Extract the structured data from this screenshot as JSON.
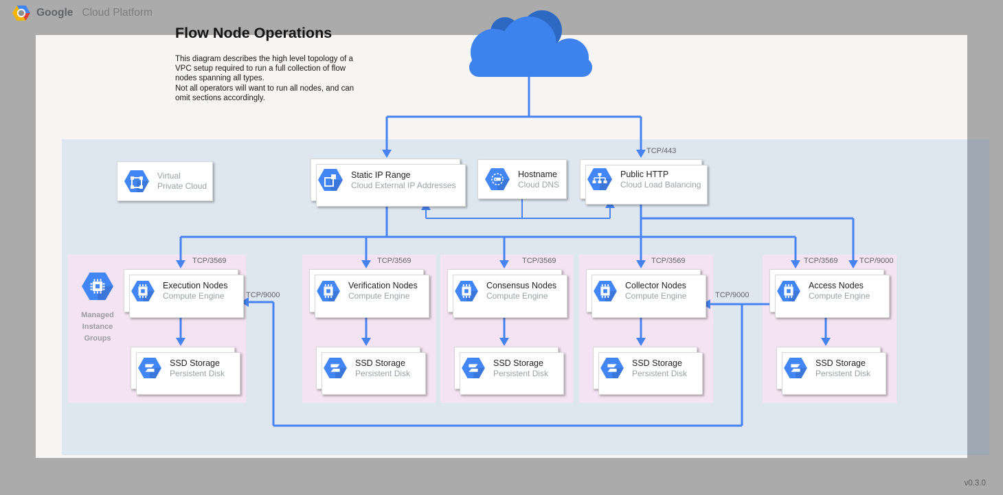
{
  "header": {
    "brand_bold": "Google",
    "brand_rest": "Cloud Platform"
  },
  "title": "Flow Node Operations",
  "description": "This diagram describes the high level topology of a\nVPC setup required to run a full collection of flow\nnodes spanning all types.\nNot all operators will want to run all nodes, and can\nomit sections accordingly.",
  "version": "v0.3.0",
  "vpc_card": {
    "line1": "Virtual",
    "line2": "Private Cloud"
  },
  "services": {
    "static_ip": {
      "title": "Static IP Range",
      "subtitle": "Cloud External IP Addresses"
    },
    "hostname": {
      "title": "Hostname",
      "subtitle": "Cloud DNS"
    },
    "public_http": {
      "title": "Public HTTP",
      "subtitle": "Cloud Load Balancing"
    }
  },
  "mig_label": "Managed\nInstance\nGroups",
  "ports": {
    "https": "TCP/443",
    "node": "TCP/3569",
    "access_extra": "TCP/9000"
  },
  "node_groups": [
    {
      "title": "Execution Nodes",
      "subtitle": "Compute Engine",
      "storage_title": "SSD Storage",
      "storage_subtitle": "Persistent Disk",
      "port": "TCP/3569"
    },
    {
      "title": "Verification Nodes",
      "subtitle": "Compute Engine",
      "storage_title": "SSD Storage",
      "storage_subtitle": "Persistent Disk",
      "port": "TCP/3569"
    },
    {
      "title": "Consensus Nodes",
      "subtitle": "Compute Engine",
      "storage_title": "SSD Storage",
      "storage_subtitle": "Persistent Disk",
      "port": "TCP/3569"
    },
    {
      "title": "Collector Nodes",
      "subtitle": "Compute Engine",
      "storage_title": "SSD Storage",
      "storage_subtitle": "Persistent Disk",
      "port": "TCP/3569"
    },
    {
      "title": "Access Nodes",
      "subtitle": "Compute Engine",
      "storage_title": "SSD Storage",
      "storage_subtitle": "Persistent Disk",
      "port": "TCP/3569",
      "port2": "TCP/9000"
    }
  ],
  "extra_labels": {
    "exec_in": "TCP/9000",
    "collector_in": "TCP/9000"
  },
  "colors": {
    "background": "#ababab",
    "canvas": "#f6f5f4",
    "vpc_fill": "#e3eefa",
    "pink_section": "#f4e3f2",
    "line_blue": "#4683f0",
    "icon_blue": "#4285f4",
    "cloud_light": "#3e82ee",
    "cloud_dark": "#2d68c3"
  }
}
